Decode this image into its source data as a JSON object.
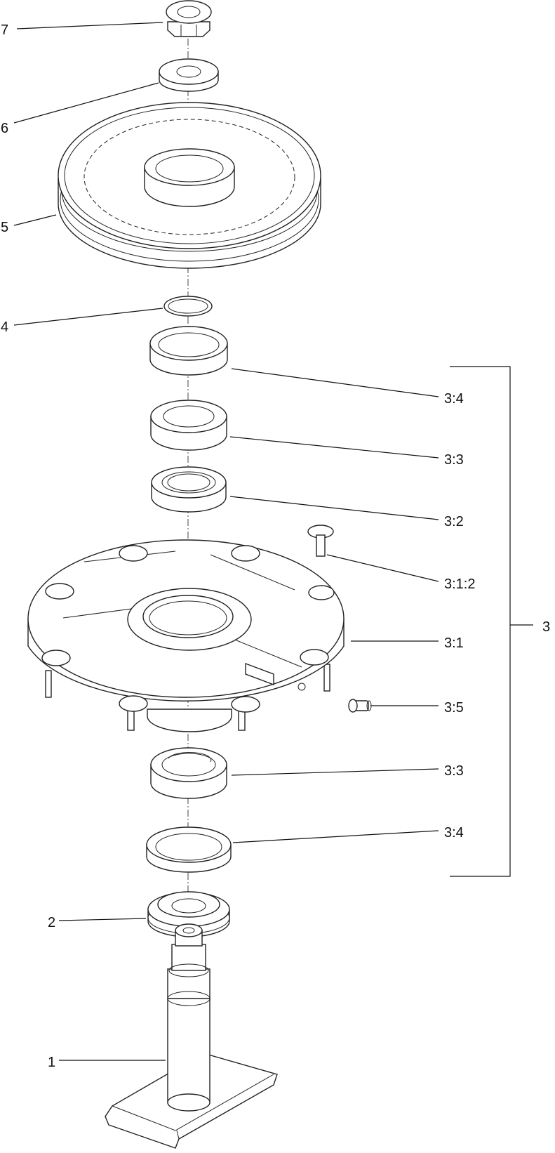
{
  "callouts": [
    {
      "id": "c7",
      "text": "7"
    },
    {
      "id": "c6",
      "text": "6"
    },
    {
      "id": "c5",
      "text": "5"
    },
    {
      "id": "c4",
      "text": "4"
    },
    {
      "id": "c3_4a",
      "text": "3:4"
    },
    {
      "id": "c3_3a",
      "text": "3:3"
    },
    {
      "id": "c3_2",
      "text": "3:2"
    },
    {
      "id": "c3_1_2",
      "text": "3:1:2"
    },
    {
      "id": "c3_1",
      "text": "3:1"
    },
    {
      "id": "c3_5",
      "text": "3:5"
    },
    {
      "id": "c3_3b",
      "text": "3:3"
    },
    {
      "id": "c3_4b",
      "text": "3:4"
    },
    {
      "id": "c3",
      "text": "3"
    },
    {
      "id": "c2",
      "text": "2"
    },
    {
      "id": "c1",
      "text": "1"
    }
  ]
}
